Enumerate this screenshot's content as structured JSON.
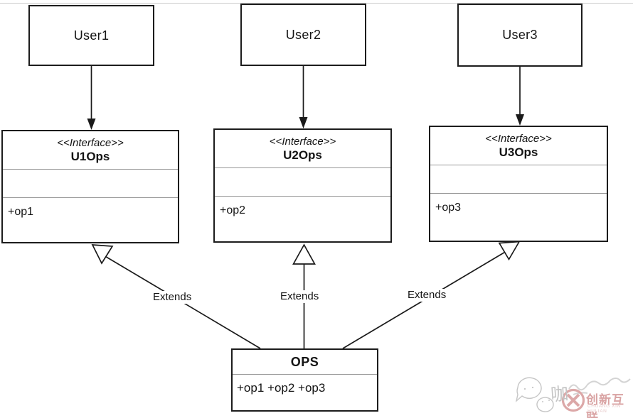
{
  "diagram": {
    "actors": [
      {
        "name": "User1"
      },
      {
        "name": "User2"
      },
      {
        "name": "User3"
      }
    ],
    "interfaces": [
      {
        "stereotype": "<<Interface>>",
        "name": "U1Ops",
        "attributes": "",
        "operations": "+op1"
      },
      {
        "stereotype": "<<Interface>>",
        "name": "U2Ops",
        "attributes": "",
        "operations": "+op2"
      },
      {
        "stereotype": "<<Interface>>",
        "name": "U3Ops",
        "attributes": "",
        "operations": "+op3"
      }
    ],
    "base_class": {
      "name": "OPS",
      "operations": "+op1 +op2 +op3"
    },
    "edges": [
      {
        "from": "OPS",
        "to": "U1Ops",
        "label": "Extends"
      },
      {
        "from": "OPS",
        "to": "U2Ops",
        "label": "Extends"
      },
      {
        "from": "OPS",
        "to": "U3Ops",
        "label": "Extends"
      }
    ]
  },
  "watermark": {
    "scribble_text": "咖",
    "brand_cn": "创新互联",
    "brand_en": "CHUANG XIN HULIAN"
  },
  "colors": {
    "box_border": "#1c1c1c",
    "compartment_divider": "#979797",
    "edge_stroke": "#1a1a1a",
    "brand_pink": "#d9a3a3",
    "watermark_gray": "#c9c9c9"
  }
}
